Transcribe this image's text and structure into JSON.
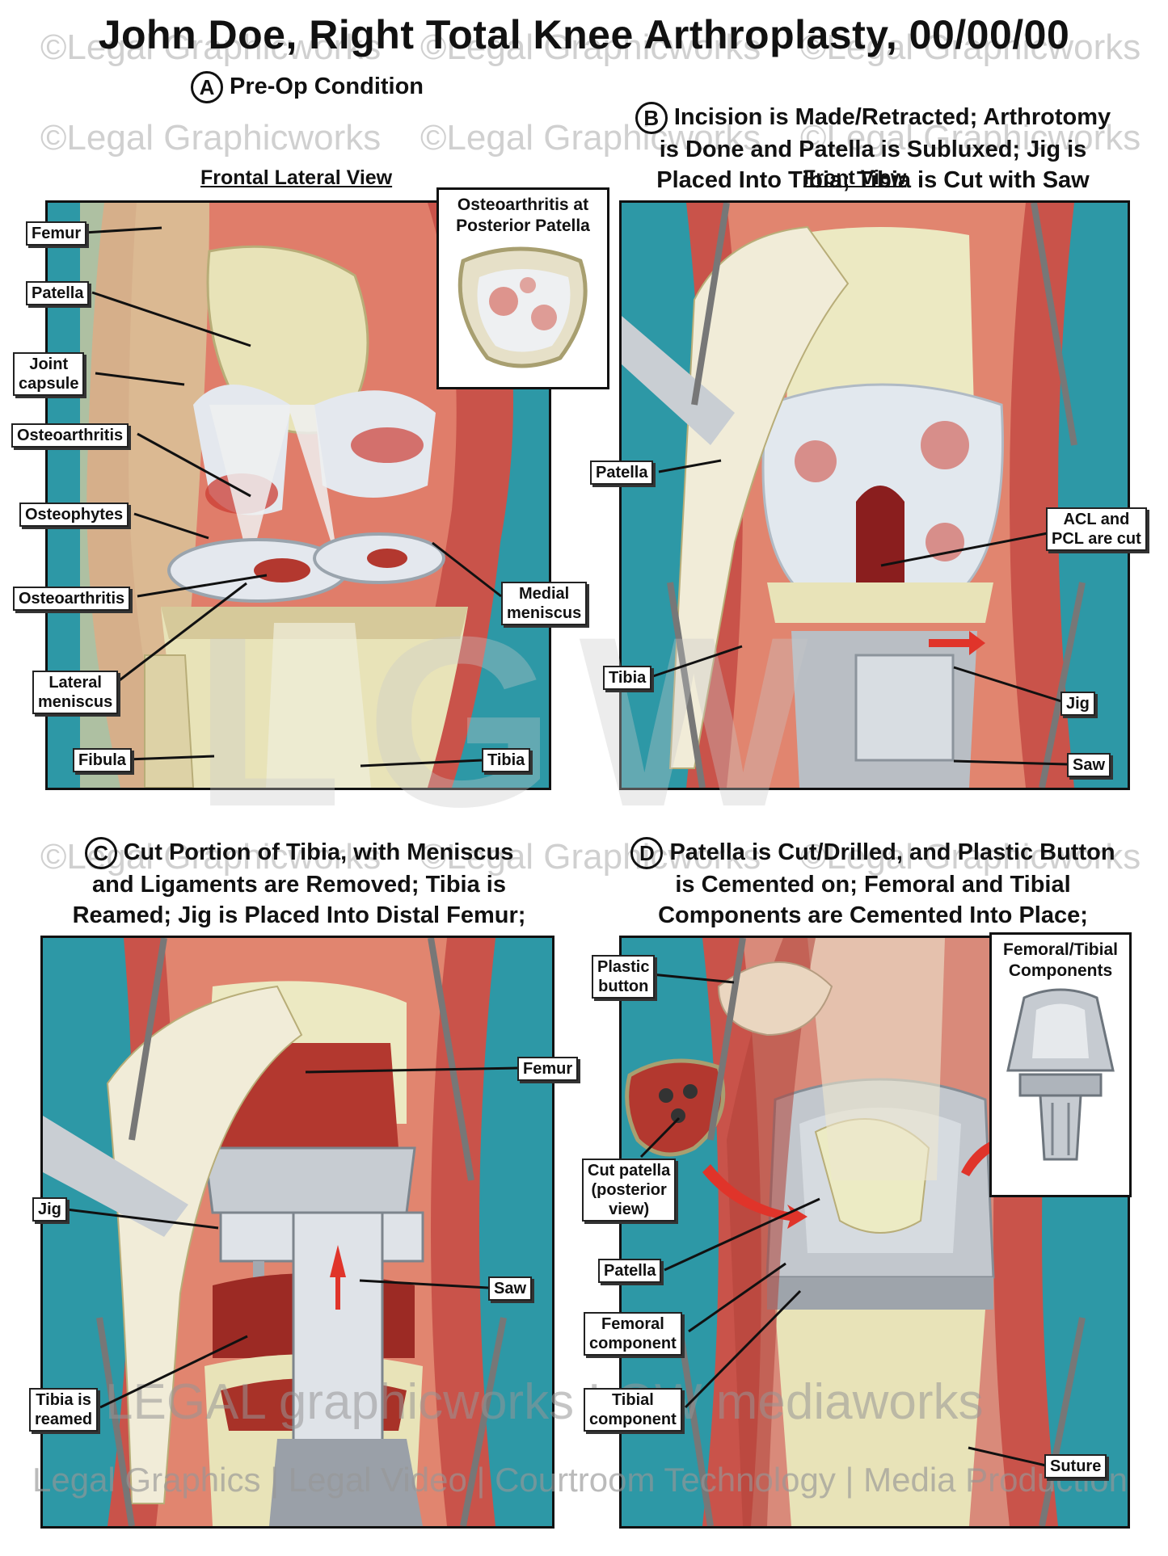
{
  "title": "John Doe, Right Total Knee Arthroplasty, 00/00/00",
  "watermark": {
    "text": "©Legal Graphicworks",
    "big": "LGW",
    "footer_logo": "LEGAL graphicworks   LGW mediaworks",
    "footer": "Legal Graphics | Legal Video | Courtroom Technology | Media Production"
  },
  "steps": {
    "a": {
      "letter": "A",
      "title": "Pre-Op Condition",
      "view": "Frontal Lateral View"
    },
    "b": {
      "letter": "B",
      "title": "Incision is Made/Retracted; Arthrotomy\nis Done and Patella is Subluxed; Jig is\nPlaced Into Tibia; Tibia is Cut with Saw",
      "view": "Front View"
    },
    "c": {
      "letter": "C",
      "title": "Cut Portion of Tibia, with Meniscus\nand Ligaments are Removed; Tibia is\nReamed; Jig is Placed Into Distal Femur;\nFemur is Cut with Saw at Various Planes"
    },
    "d": {
      "letter": "D",
      "title": "Patella is Cut/Drilled, and Plastic Button\nis Cemented on; Femoral and Tibial\nComponents are Cemented Into Place;\nSkin Will be Closed"
    }
  },
  "insets": {
    "a": "Osteoarthritis at\nPosterior Patella",
    "d": "Femoral/Tibial\nComponents"
  },
  "labels": {
    "a": [
      "Femur",
      "Patella",
      "Joint\ncapsule",
      "Osteoarthritis",
      "Osteophytes",
      "Osteoarthritis",
      "Lateral\nmeniscus",
      "Fibula",
      "Tibia",
      "Medial\nmeniscus"
    ],
    "b": [
      "Patella",
      "ACL and\nPCL are cut",
      "Tibia",
      "Jig",
      "Saw"
    ],
    "c": [
      "Femur",
      "Jig",
      "Saw",
      "Tibia is\nreamed"
    ],
    "d": [
      "Plastic\nbutton",
      "Cut patella\n(posterior\nview)",
      "Patella",
      "Femoral\ncomponent",
      "Tibial\ncomponent",
      "Suture"
    ]
  },
  "colors": {
    "background": "#2d98a6",
    "tissue": "#c9534a",
    "bone": "#e8e3b8",
    "cartilage": "#dfe6ee",
    "metal": "#b9bec4",
    "arrow": "#e0342a"
  }
}
